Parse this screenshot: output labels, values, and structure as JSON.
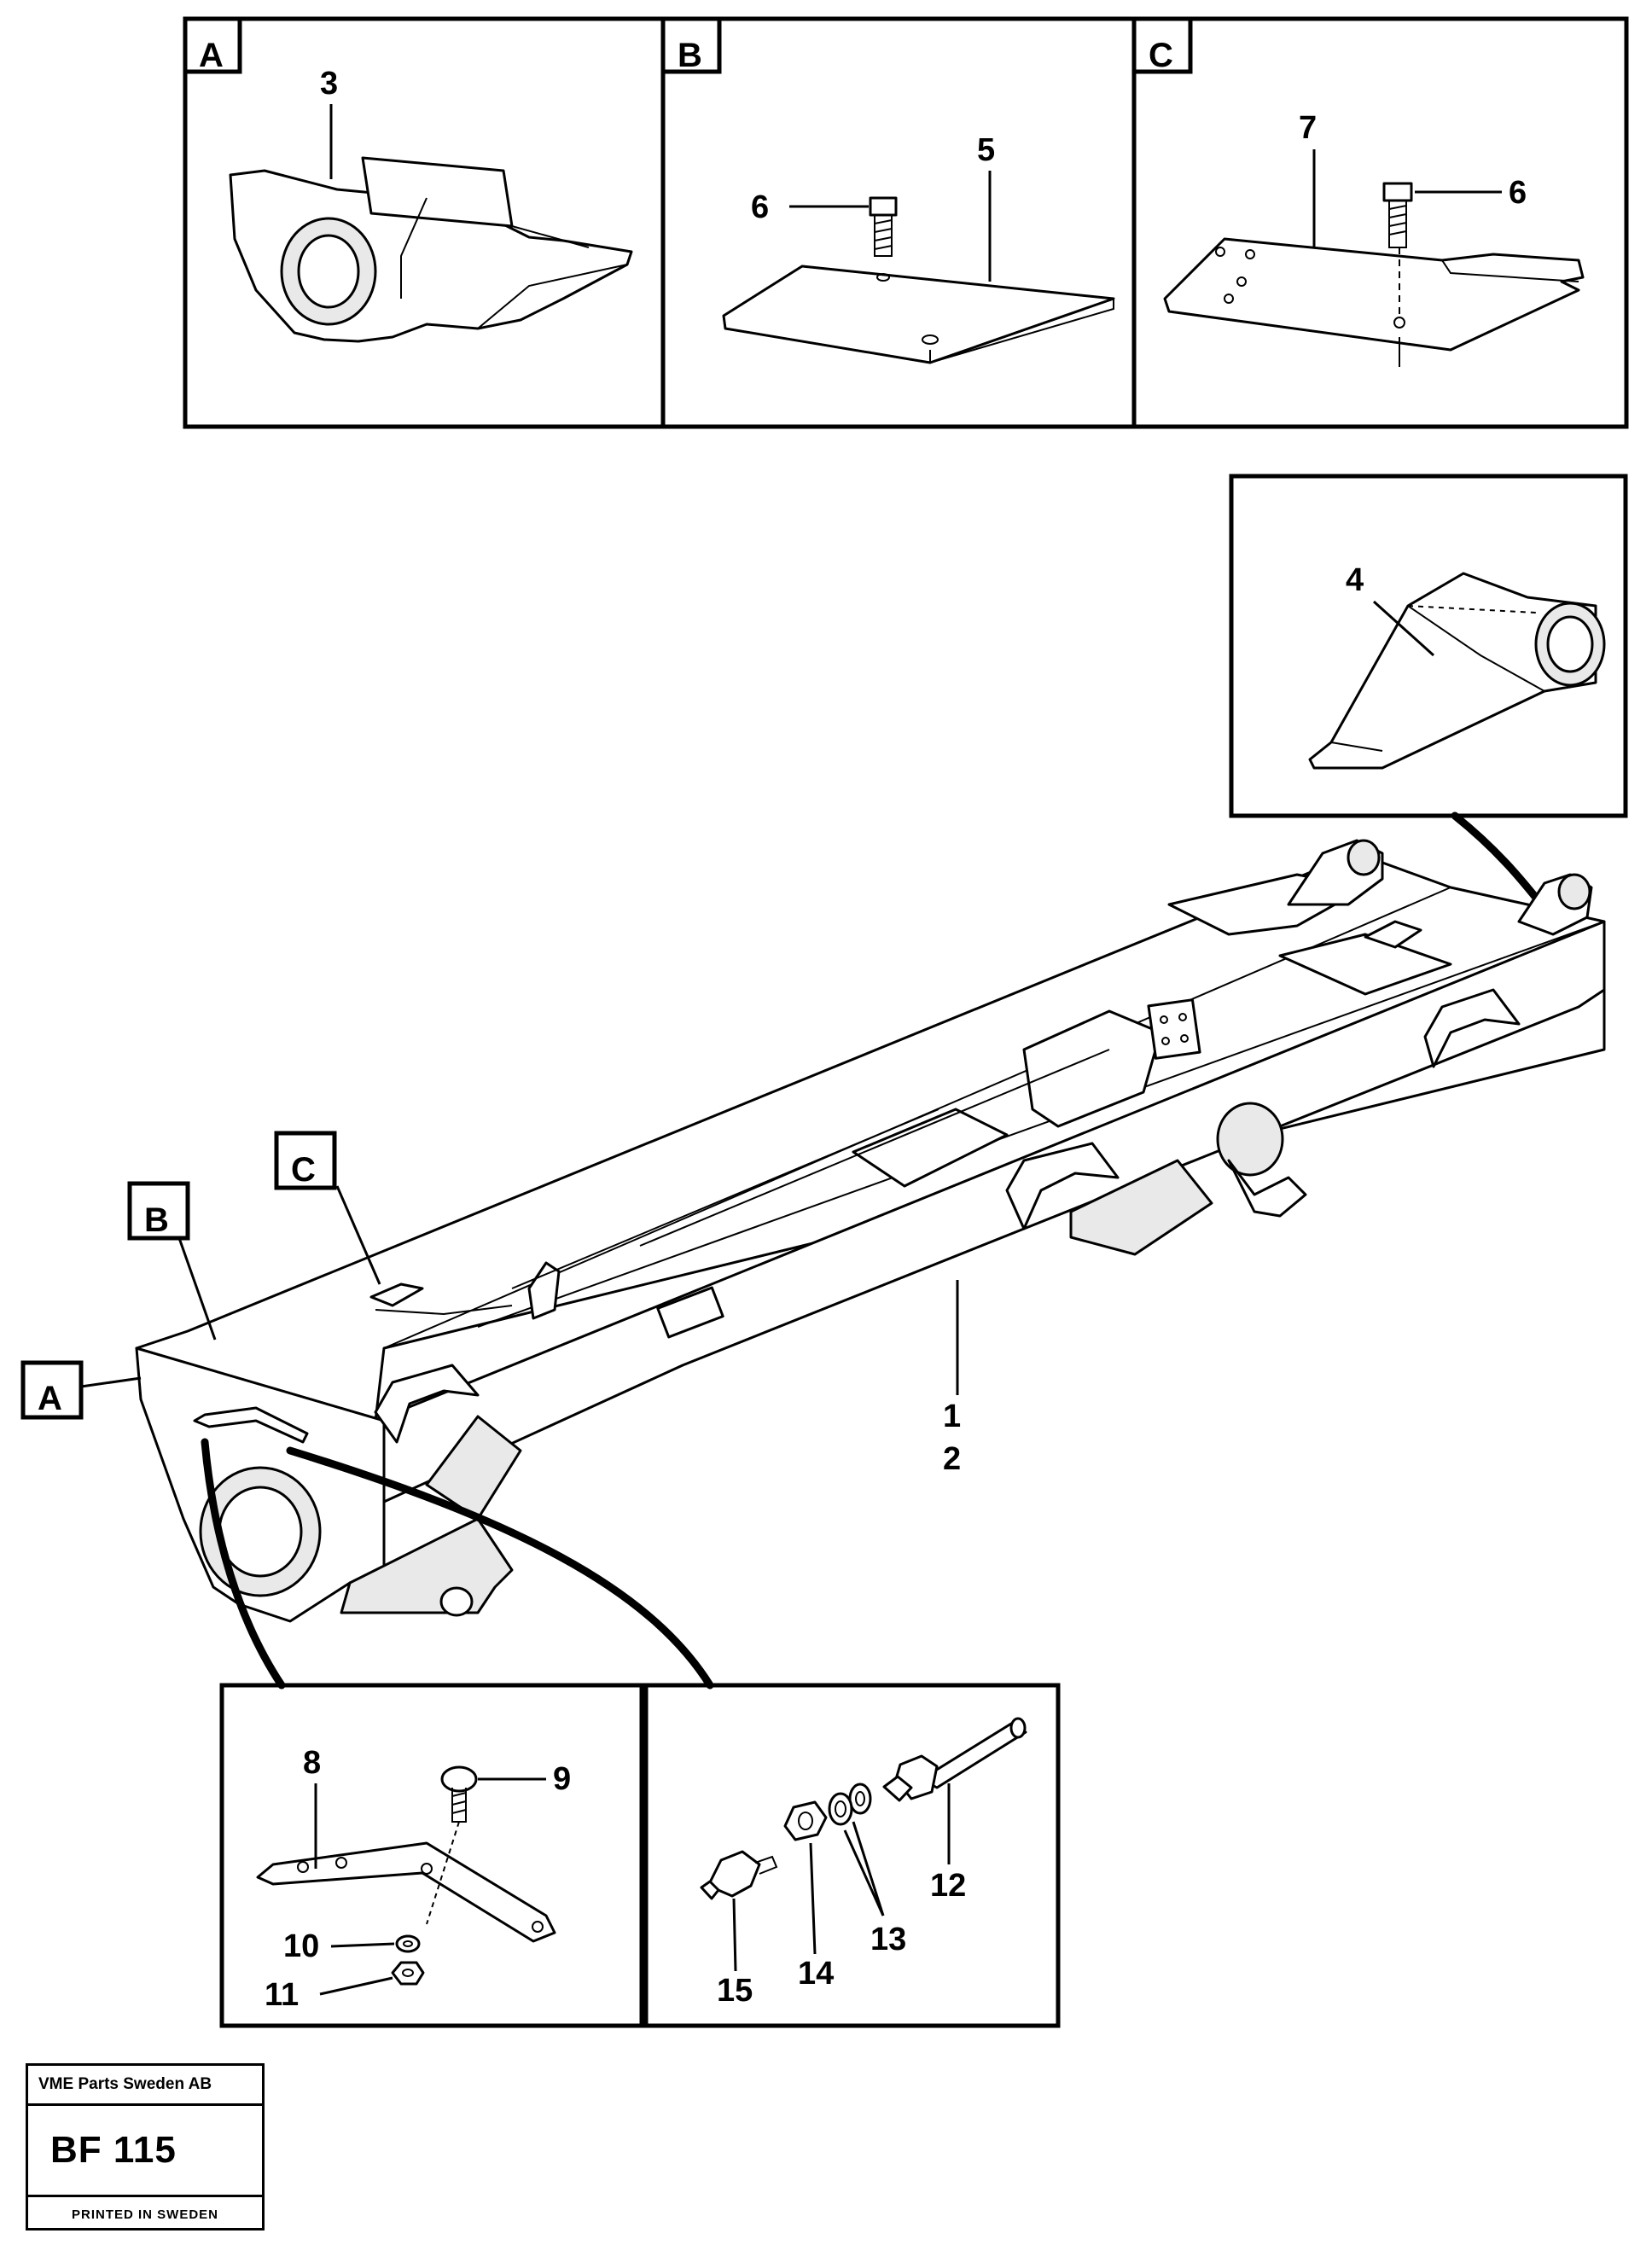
{
  "detail_tags": {
    "a": "A",
    "b": "B",
    "c": "C"
  },
  "callouts": {
    "p1": "1",
    "p2": "2",
    "p3": "3",
    "p4": "4",
    "p5": "5",
    "p6_b": "6",
    "p6_c": "6",
    "p7": "7",
    "p8": "8",
    "p9": "9",
    "p10": "10",
    "p11": "11",
    "p12": "12",
    "p13": "13",
    "p14": "14",
    "p15": "15"
  },
  "stamp": {
    "company": "VME Parts Sweden AB",
    "code": "BF 115",
    "printed": "PRINTED IN SWEDEN"
  }
}
